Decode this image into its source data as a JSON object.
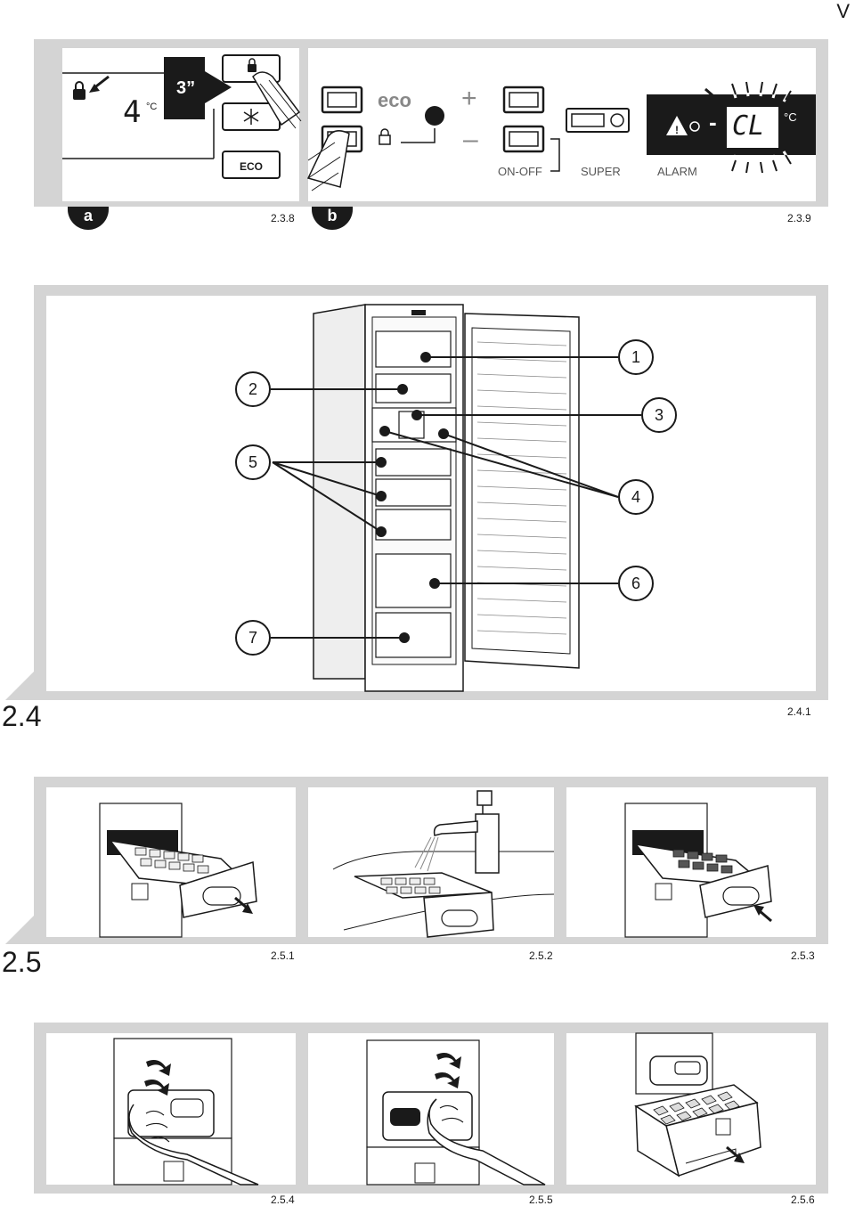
{
  "page": {
    "corner_letter": "V"
  },
  "fig_2_3": {
    "a": {
      "badge": "a",
      "caption": "2.3.8",
      "duration": "3”",
      "temp_digit": "4",
      "temp_unit": "°C",
      "eco_button": "ECO"
    },
    "b": {
      "badge": "b",
      "caption": "2.3.9",
      "eco_logo": "eco",
      "plus_sign": "+",
      "minus_sign": "–",
      "on_off_label": "ON-OFF",
      "super_label": "SUPER",
      "alarm_label": "ALARM",
      "display_minus": "-",
      "display_code": "CL",
      "display_unit": "°C"
    }
  },
  "fig_2_4": {
    "section": "2.4",
    "caption": "2.4.1",
    "callouts": [
      "1",
      "2",
      "3",
      "4",
      "5",
      "6",
      "7"
    ]
  },
  "fig_2_5": {
    "section": "2.5",
    "captions_row1": [
      "2.5.1",
      "2.5.2",
      "2.5.3"
    ],
    "captions_row2": [
      "2.5.4",
      "2.5.5",
      "2.5.6"
    ]
  },
  "icons": [
    "lock-icon",
    "snowflake-icon",
    "warning-icon",
    "finger-icon",
    "arrow-icon",
    "faucet-icon",
    "hand-icon"
  ]
}
